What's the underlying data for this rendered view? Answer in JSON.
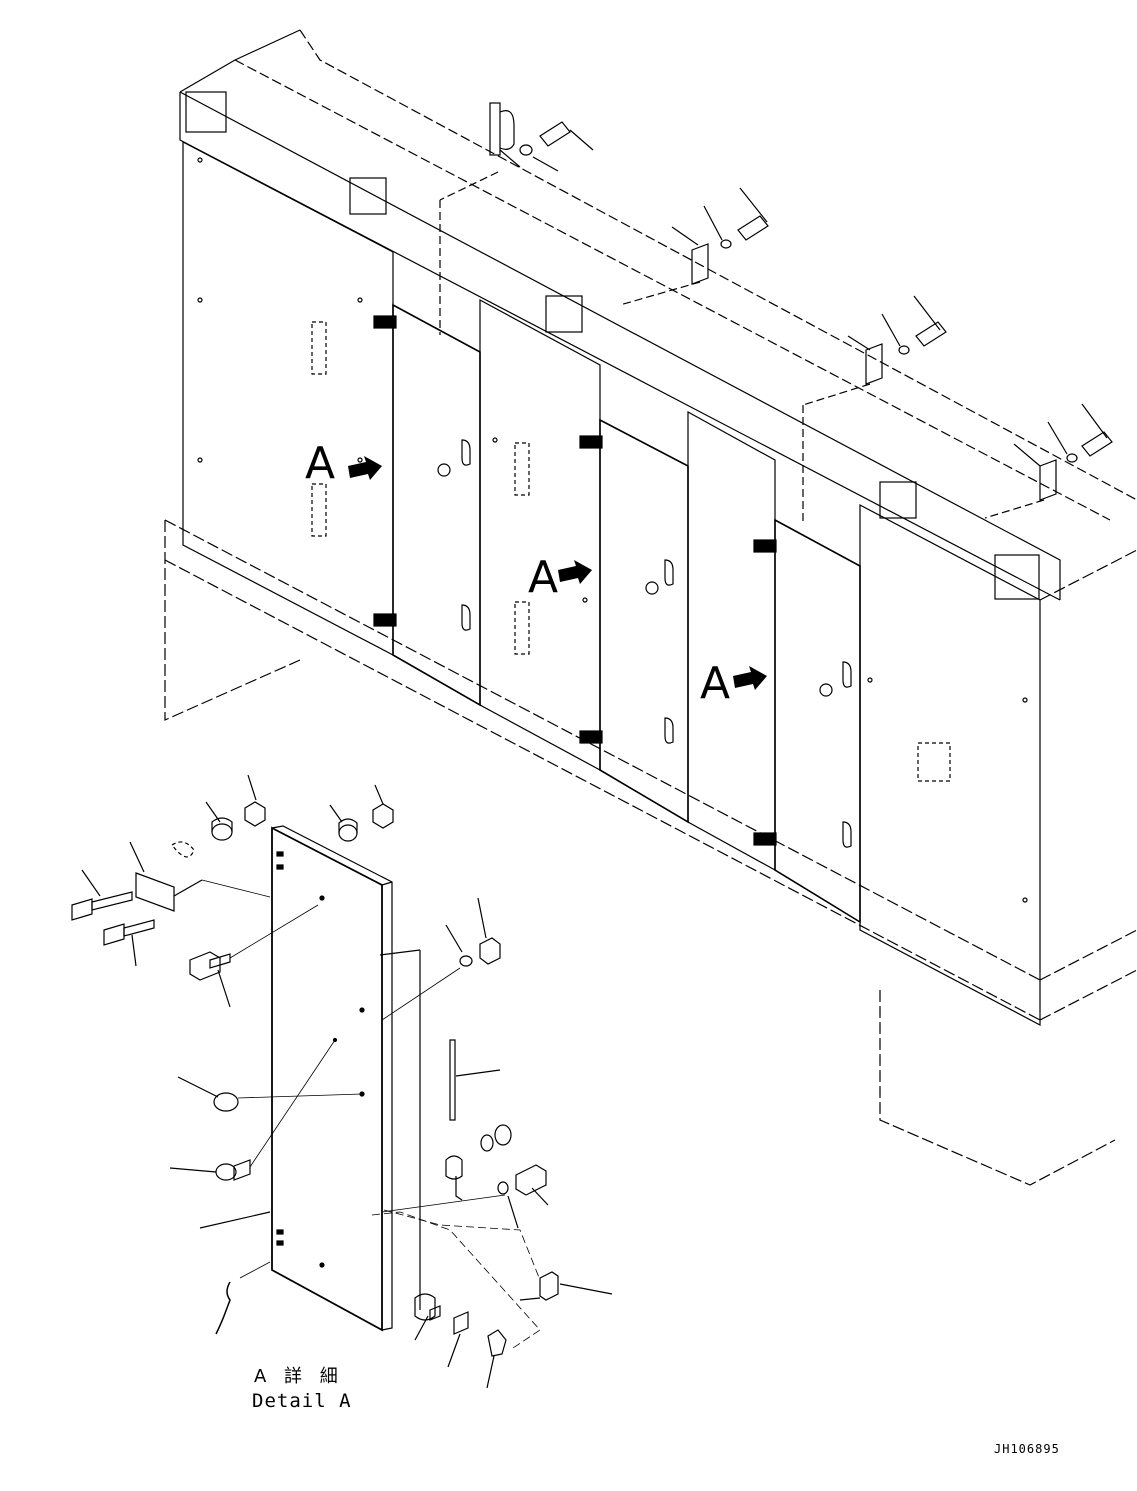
{
  "view_markers": [
    "A",
    "A",
    "A"
  ],
  "detail_label": {
    "japanese": "A 詳 細",
    "english": "Detail A"
  },
  "drawing_number": "JH106895"
}
